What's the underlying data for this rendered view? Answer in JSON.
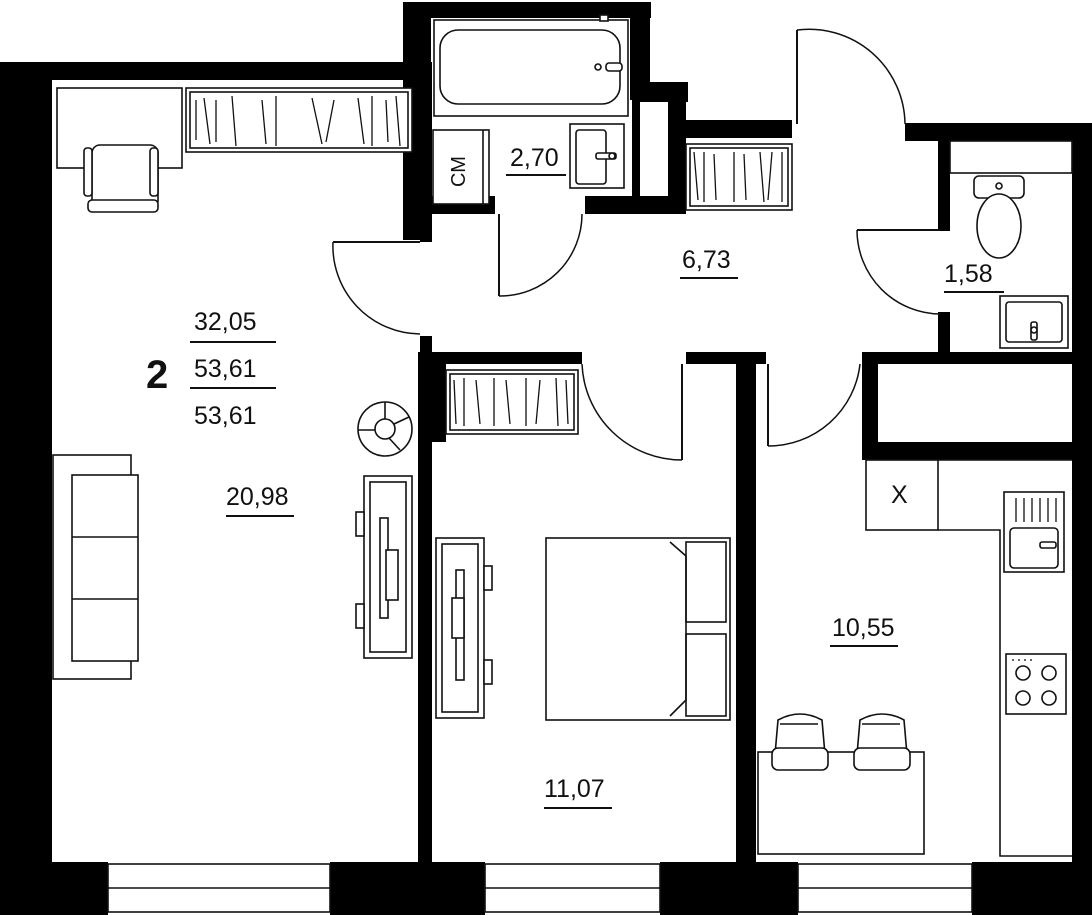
{
  "apartment": {
    "rooms_count": "2",
    "living_area": "32,05",
    "total_area": "53,61",
    "total_area_with_balcony": "53,61"
  },
  "rooms": {
    "living_room": {
      "area": "20,98"
    },
    "bathroom": {
      "area": "2,70",
      "washer_label": "СМ"
    },
    "hallway": {
      "area": "6,73"
    },
    "toilet": {
      "area": "1,58"
    },
    "bedroom": {
      "area": "11,07"
    },
    "kitchen": {
      "area": "10,55",
      "ventilation_mark": "X"
    }
  }
}
